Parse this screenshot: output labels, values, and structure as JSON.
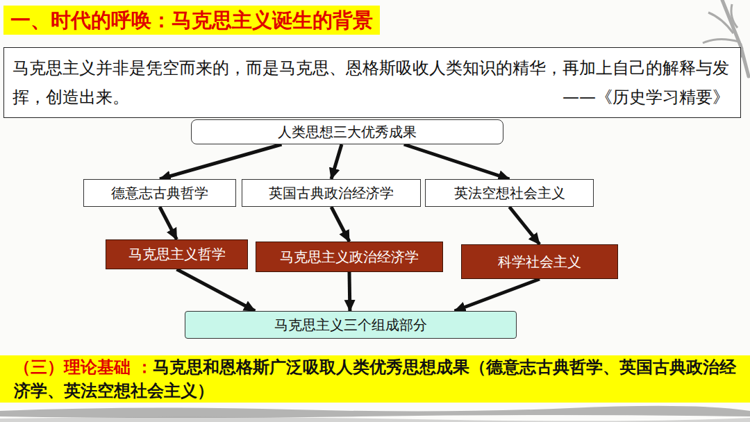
{
  "diagram": {
    "title": "一、时代的呼唤：马克思主义诞生的背景",
    "nodes": [
      {
        "text": [
          "马克思主义并非是凭空而来的，而是马克思、恩格斯吸收人类知识的精华，再加上自己的解释与发挥，创造出来。",
          "——《历史学习精要》"
        ]
      },
      {
        "text": [
          "人类思想三大优秀成果"
        ]
      },
      {
        "text": [
          "德意志古典哲学"
        ]
      },
      {
        "text": [
          "英国古典政治经济学"
        ]
      },
      {
        "text": [
          "英法空想社会主义"
        ]
      },
      {
        "text": [
          "马克思主义哲学"
        ]
      },
      {
        "text": [
          "马克思主义政治经济学"
        ]
      },
      {
        "text": [
          "科学社会主义"
        ]
      },
      {
        "text": [
          "马克思主义三个组成部分"
        ]
      },
      {
        "text": [
          "（三）理论基础 ：",
          "马克思和恩格斯广泛吸取人类优秀思想成果（德意志古典哲学、英国古典政治经济学、英法空想社会主义）"
        ]
      }
    ],
    "edges": [
      {
        "from": 1,
        "to": 2,
        "arrow": "to"
      },
      {
        "from": 1,
        "to": 3,
        "arrow": "to"
      },
      {
        "from": 1,
        "to": 4,
        "arrow": "to"
      },
      {
        "from": 2,
        "to": 5,
        "arrow": "to"
      },
      {
        "from": 3,
        "to": 6,
        "arrow": "to"
      },
      {
        "from": 4,
        "to": 7,
        "arrow": "to"
      },
      {
        "from": 5,
        "to": 8,
        "arrow": "to"
      },
      {
        "from": 6,
        "to": 8,
        "arrow": "to"
      },
      {
        "from": 7,
        "to": 8,
        "arrow": "to"
      }
    ]
  }
}
